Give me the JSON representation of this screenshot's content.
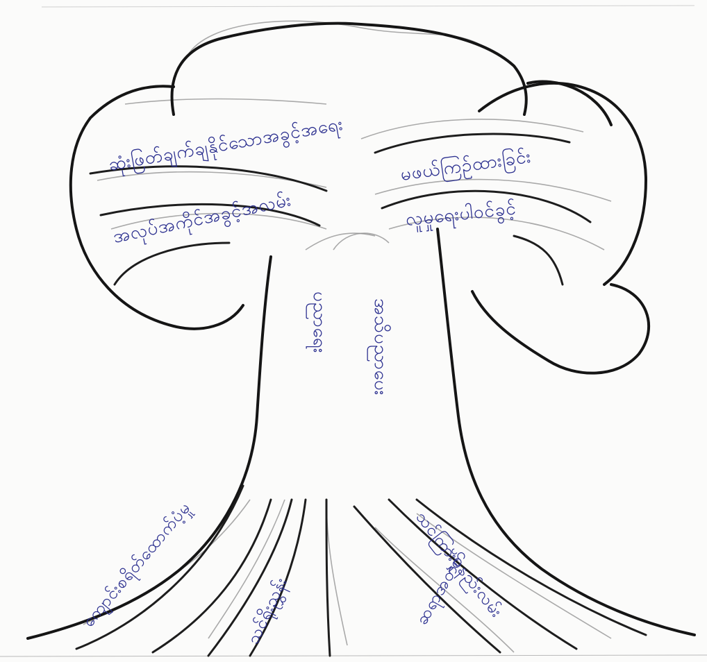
{
  "diagram": {
    "trunk_labels": [
      "ပညာရေး",
      "အသိပညာပေး"
    ],
    "crown_labels": [
      "ဆုံးဖြတ်ချက်ချနိုင်သောအခွင့်အရေး",
      "အလုပ်အကိုင်အခွင့်အလမ်း",
      "မဖယ်ကြဉ်ထားခြင်း",
      "လူမှုရေးပါဝင်ခွင့်"
    ],
    "root_labels": [
      "ကျောင်းစရိတ်ထောက်ပံ့မှု",
      "သင်ရိုးညွှန်း",
      "သင်ကြားမှုနည်းလမ်း",
      "ဆရာအတတ်"
    ],
    "colors": {
      "ink": "#151515",
      "pen": "#2b2f8f",
      "pencil": "#8e8e8e",
      "paper": "#fbfbfa"
    }
  }
}
